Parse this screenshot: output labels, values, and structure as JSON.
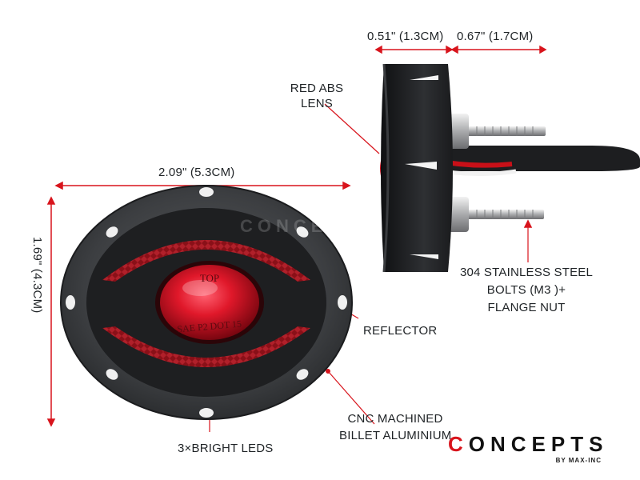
{
  "labels": {
    "side_depth": "0.51\" (1.3CM)",
    "side_bolt": "0.67\" (1.7CM)",
    "width": "2.09\" (5.3CM)",
    "height": "1.69\" (4.3CM)",
    "lens_line1": "RED ABS",
    "lens_line2": "LENS",
    "bolts_line1": "304 STAINLESS STEEL",
    "bolts_line2": "BOLTS (M3 )+",
    "bolts_line3": "FLANGE NUT",
    "reflector": "REFLECTOR",
    "cnc_line1": "CNC MACHINED",
    "cnc_line2": "BILLET ALUMINIUM",
    "leds": "3×BRIGHT LEDS"
  },
  "lens_text": {
    "top": "TOP",
    "bottom": "SAE P2 DOT 15"
  },
  "brand": {
    "word_first": "C",
    "word_rest": "ONCEPTS",
    "sub": "BY MAX-INC"
  },
  "colors": {
    "dimension_line": "#d8141c",
    "lens_red": "#e0182a",
    "housing_dark": "#2a2c2e",
    "housing_grey": "#4a4c4e",
    "text": "#1f2326",
    "brand_red": "#d8141c"
  }
}
